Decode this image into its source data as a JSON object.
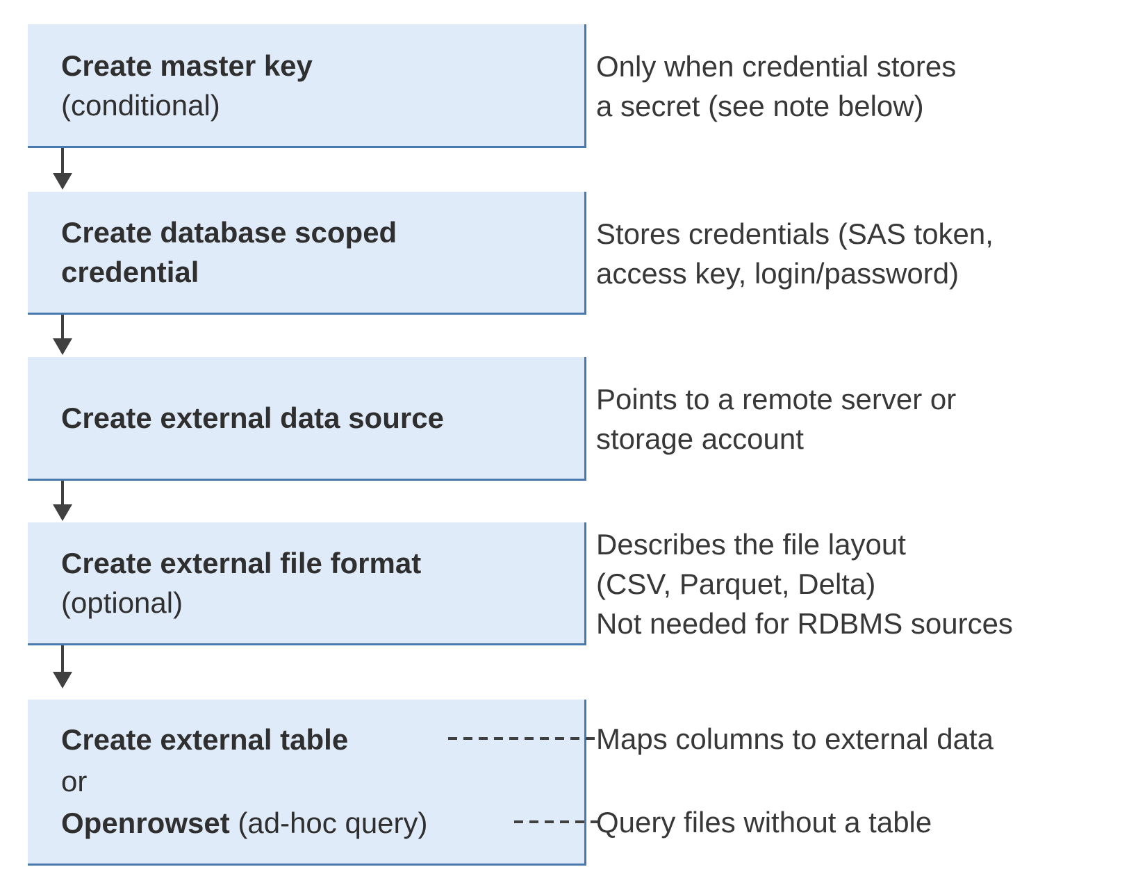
{
  "diagram": {
    "steps": [
      {
        "title": "Create master key",
        "subtitle": "(conditional)",
        "note": "Only when credential stores\na secret (see note below)"
      },
      {
        "title": "Create database scoped\ncredential",
        "note": "Stores credentials (SAS token,\naccess key, login/password)"
      },
      {
        "title": "Create external data source",
        "note": "Points to a remote server or\nstorage account"
      },
      {
        "title": "Create external file format",
        "subtitle": "(optional)",
        "note": "Describes the file layout\n(CSV, Parquet, Delta)\nNot needed for RDBMS sources"
      },
      {
        "title": "Create external table",
        "or_label": "or",
        "alt_title": "Openrowset",
        "alt_suffix": " (ad-hoc query)",
        "note_table": "Maps columns to external data",
        "note_openrowset": "Query files without a table"
      }
    ],
    "colors": {
      "box_fill": "#e0ebf9",
      "box_border": "#4878ad",
      "arrow": "#404040",
      "text": "#333333"
    }
  }
}
